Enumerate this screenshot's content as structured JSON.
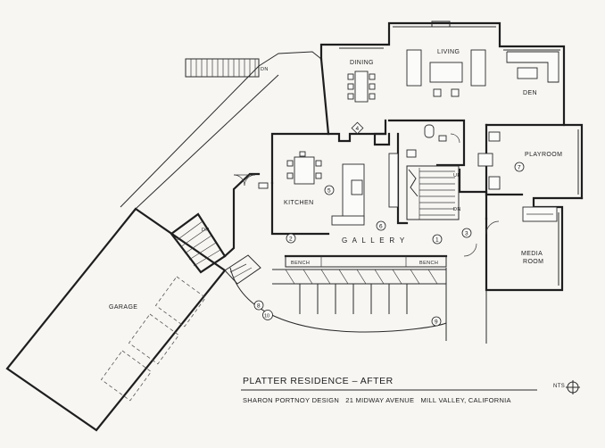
{
  "title": "PLATTER RESIDENCE – AFTER",
  "subtitle": "SHARON PORTNOY DESIGN   21 MIDWAY AVENUE   MILL VALLEY, CALIFORNIA",
  "scale_label": "NTS",
  "rooms": {
    "dining": "DINING",
    "living": "LIVING",
    "den": "DEN",
    "playroom": "PLAYROOM",
    "kitchen": "KITCHEN",
    "gallery": "G A L L E R Y",
    "media_room_line1": "MEDIA",
    "media_room_line2": "ROOM",
    "garage": "GARAGE"
  },
  "fixtures": {
    "bench_left": "BENCH",
    "bench_right": "BENCH"
  },
  "stair_labels": {
    "dn_top": "DN",
    "dn_entry": "DN",
    "up": "UP",
    "dn_center": "DN"
  },
  "keys": [
    "1",
    "2",
    "3",
    "4",
    "5",
    "6",
    "7",
    "8",
    "9",
    "10"
  ]
}
